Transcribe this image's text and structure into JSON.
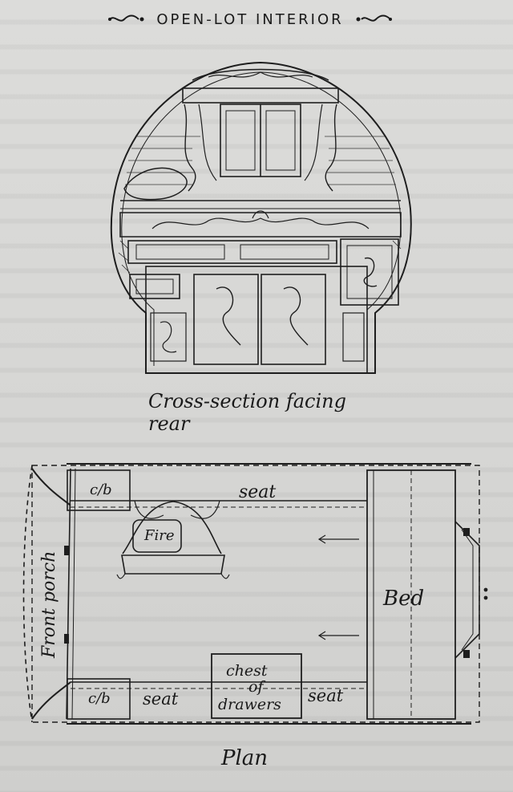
{
  "header": {
    "title": "OPEN-LOT INTERIOR"
  },
  "cross_section": {
    "caption": "Cross-section facing rear"
  },
  "plan": {
    "caption": "Plan",
    "labels": {
      "front_porch": "Front porch",
      "cupboard_top": "c/b",
      "cupboard_bottom": "c/b",
      "seat_top": "seat",
      "seat_bottom_left": "seat",
      "seat_bottom_right": "seat",
      "fire": "Fire",
      "bed": "Bed",
      "chest_line1": "chest",
      "chest_line2": "of",
      "chest_line3": "drawers"
    }
  },
  "colors": {
    "paper": "#d9d9d7",
    "ink": "#1e1e1e"
  }
}
